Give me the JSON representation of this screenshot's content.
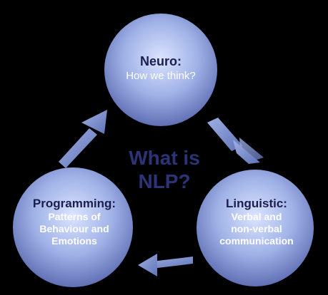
{
  "center": {
    "line1": "What is",
    "line2": "NLP?"
  },
  "nodes": {
    "neuro": {
      "heading": "Neuro:",
      "text": "How we think?"
    },
    "linguistic": {
      "heading": "Linguistic:",
      "line1": "Verbal and",
      "line2": "non-verbal",
      "line3": "communication"
    },
    "programming": {
      "heading": "Programming:",
      "line1": "Patterns of",
      "line2": "Behaviour and",
      "line3": "Emotions"
    }
  },
  "colors": {
    "background": "#000000",
    "circle_light": "#dbe4ff",
    "circle_mid": "#9fb1e6",
    "circle_dark": "#6070b5",
    "heading_text": "#1b1f4d",
    "sub_text": "#ffffff",
    "center_text": "#2c3477",
    "arrow": "#7f93d1"
  },
  "icons": [
    "arrow-neuro-to-linguistic-icon",
    "arrow-linguistic-to-programming-icon",
    "arrow-programming-to-neuro-icon"
  ]
}
